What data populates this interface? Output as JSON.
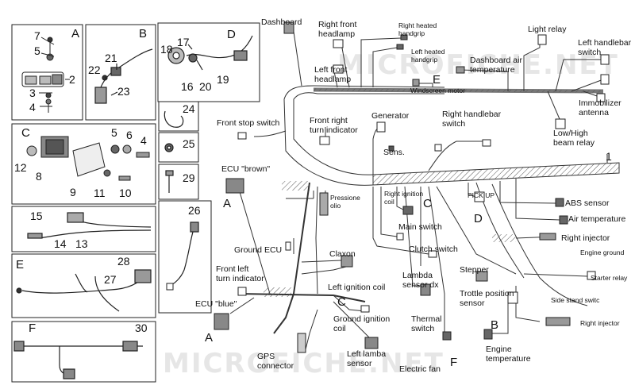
{
  "watermark": "MICROFICHE.NET",
  "panels": {
    "A": {
      "letter": "A",
      "parts": [
        "7",
        "5",
        "2",
        "3",
        "4"
      ]
    },
    "B": {
      "letter": "B",
      "parts": [
        "21",
        "22",
        "23"
      ]
    },
    "D": {
      "letter": "D",
      "parts": [
        "18",
        "17",
        "16",
        "20",
        "19"
      ]
    },
    "C": {
      "letter": "C",
      "parts": [
        "5",
        "6",
        "4",
        "12",
        "8",
        "9",
        "11",
        "10"
      ]
    },
    "P24": {
      "num": "24"
    },
    "P25": {
      "num": "25"
    },
    "P29": {
      "num": "29"
    },
    "P15": {
      "parts": [
        "15",
        "14",
        "13"
      ]
    },
    "P26": {
      "num": "26"
    },
    "E": {
      "letter": "E",
      "parts": [
        "28",
        "27"
      ]
    },
    "F": {
      "letter": "F",
      "parts": [
        "30"
      ]
    }
  },
  "main_part_number": "1",
  "labels": {
    "dashboard": "Dashboard",
    "right_front_headlamp": "Right front\nheadlamp",
    "left_front_headlamp": "Left front\nheadlamp",
    "right_heated_handgrip": "Right heated\nhandgrip",
    "left_heated_handgrip": "Left heated\nhandgrip",
    "dashboard_air_temp": "Dashboard air\ntemperature",
    "light_relay": "Light relay",
    "left_handlebar_switch": "Left handlebar\nswitch",
    "windscreen_motor": "Windscreen motor",
    "immobilizer": "Immobilizer\nantenna",
    "low_high_beam": "Low/High\nbeam relay",
    "front_stop_switch": "Front stop switch",
    "front_right_turn": "Front right\nturn indicator",
    "generator": "Generator",
    "sens": "Sens.",
    "right_handlebar_switch": "Right handlebar\nswitch",
    "ecu_brown": "ECU \"brown\"",
    "pressione_olio": "Pressione\nolio",
    "right_ignition_coil": "Right ignition\ncoil",
    "pick_up": "PICK UP",
    "abs_sensor": "ABS sensor",
    "air_temperature": "Air temperature",
    "main_switch": "Main switch",
    "right_injector_top": "Right injector",
    "engine_ground": "Engine ground",
    "ground_ecu": "Ground ECU",
    "clutch_switch": "Clutch switch",
    "claxon": "Claxon",
    "front_left_turn": "Front left\nturn indicator",
    "stepper": "Stepper",
    "starter_relay": "Starter relay",
    "lambda_dx": "Lambda\nsensor dx",
    "left_ignition_coil": "Left ignition coil",
    "trottle_position": "Trottle position\nsensor",
    "side_stand": "Side stand switc",
    "ecu_blue": "ECU \"blue\"",
    "ground_ignition_coil": "Ground ignition\ncoil",
    "thermal_switch": "Thermal\nswitch",
    "right_injector_bottom": "Right injector",
    "engine_temp": "Engine\ntemperature",
    "gps_connector": "GPS\nconnector",
    "left_lamba": "Left lamba\nsensor",
    "electric_fan": "Electric fan"
  },
  "callouts": {
    "A1": "A",
    "A2": "A",
    "C1": "C",
    "C2": "C",
    "D1": "D",
    "E1": "E",
    "B1": "B",
    "F1": "F"
  }
}
